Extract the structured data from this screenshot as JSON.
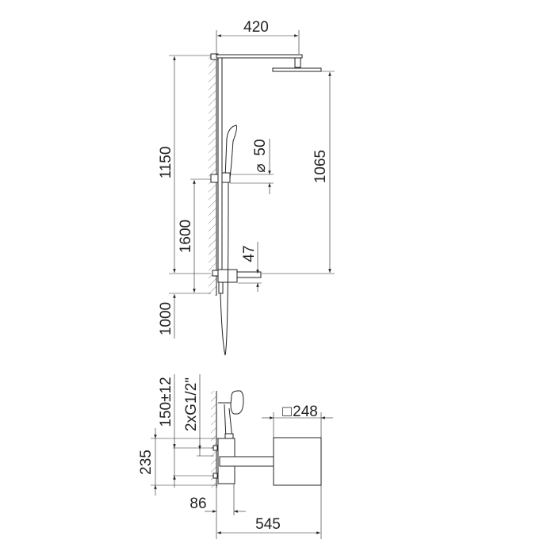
{
  "dimensions": {
    "arm_length": "420",
    "total_height": "1150",
    "bar_height": "1600",
    "floor_to_mixer": "1000",
    "head_to_mixer": "1065",
    "slider_diameter": "50",
    "diameter_symbol": "⌀",
    "outlet_offset": "47",
    "connection_spacing": "150±12",
    "connection_thread": "2xG1/2\"",
    "mixer_height": "235",
    "head_size": "248",
    "square_symbol": "□",
    "mixer_depth": "86",
    "total_projection": "545"
  },
  "colors": {
    "line": "#222222",
    "background": "#ffffff"
  }
}
